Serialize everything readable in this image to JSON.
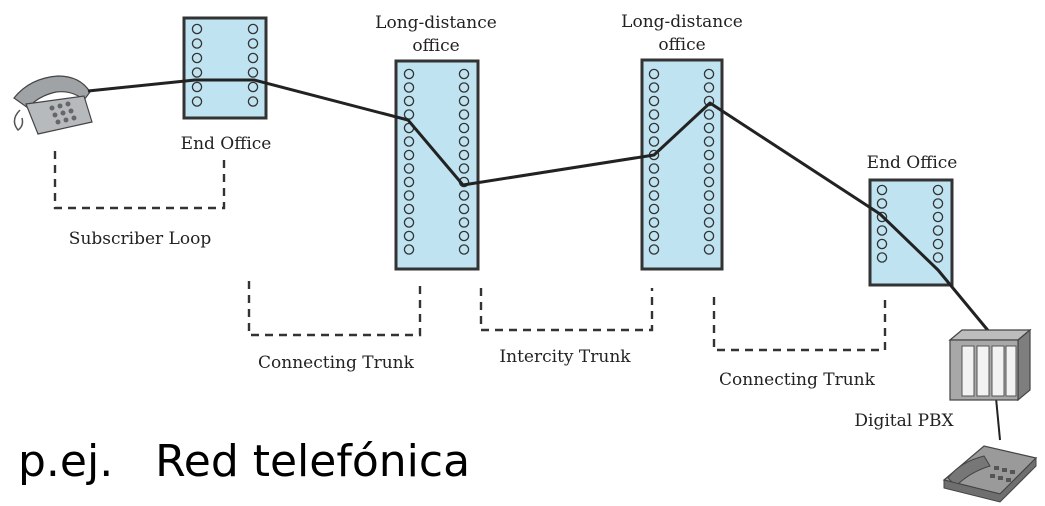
{
  "labels": {
    "end_office_left": "End Office",
    "ld_office_left_line1": "Long-distance",
    "ld_office_left_line2": "office",
    "ld_office_right_line1": "Long-distance",
    "ld_office_right_line2": "office",
    "end_office_right": "End Office",
    "subscriber_loop": "Subscriber Loop",
    "connecting_trunk_left": "Connecting Trunk",
    "intercity_trunk": "Intercity Trunk",
    "connecting_trunk_right": "Connecting Trunk",
    "digital_pbx": "Digital PBX"
  },
  "caption": "p.ej.   Red telefónica",
  "icons": {
    "telephone_left": "telephone-icon",
    "pbx": "server-cabinet-icon",
    "telephone_right": "telephone-icon"
  },
  "colors": {
    "office_fill": "#bfe3f0",
    "line": "#222222"
  }
}
